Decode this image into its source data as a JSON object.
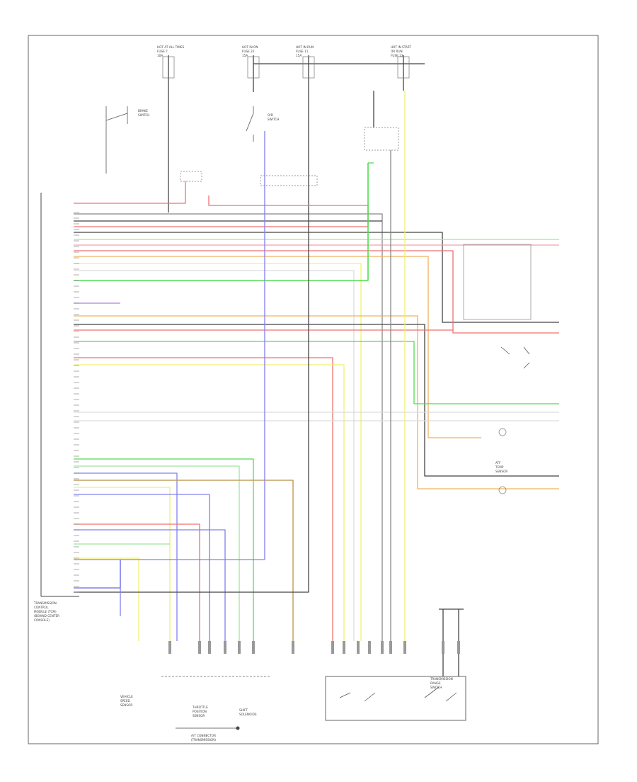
{
  "diagram": {
    "module_label": [
      "TRANSMISSION",
      "CONTROL",
      "MODULE (TCM)",
      "(BEHIND CENTER",
      "CONSOLE)"
    ],
    "footer_id": "",
    "bottom_connector_label": [
      "A/T CONNECTOR",
      "(TRANSMISSION)"
    ],
    "fuse_labels": {
      "f1": [
        "HOT AT ALL TIMES",
        "FUSE 7",
        "10A"
      ],
      "f2": [
        "HOT IN ON",
        "FUSE 22",
        "15A"
      ],
      "f3": [
        "HOT IN RUN",
        "FUSE 11",
        "15A"
      ],
      "f4": [
        "HOT IN START",
        "OR RUN",
        "FUSE 13"
      ]
    },
    "component_labels": {
      "brake_switch": [
        "BRAKE",
        "SWITCH"
      ],
      "od_switch": [
        "O/D",
        "SWITCH"
      ],
      "trans_range": [
        "TRANSMISSION",
        "RANGE",
        "SWITCH"
      ],
      "vss": [
        "VEHICLE",
        "SPEED",
        "SENSOR"
      ],
      "throttle": [
        "THROTTLE",
        "POSITION",
        "SENSOR"
      ],
      "solenoid": [
        "SHIFT",
        "SOLENOIDS"
      ],
      "atf_temp": [
        "ATF",
        "TEMP",
        "SENSOR"
      ]
    },
    "wire_colors": {
      "red": "#f07070",
      "yellow": "#f0f070",
      "green": "#50dd50",
      "blue": "#8080ee",
      "violet": "#b080e0",
      "orange": "#f0b060",
      "brown": "#c0a060",
      "gray": "#888888",
      "black": "#444444",
      "white": "#dcdcdc",
      "ltgreen": "#9ee89e",
      "pink": "#f0a0b0"
    }
  }
}
